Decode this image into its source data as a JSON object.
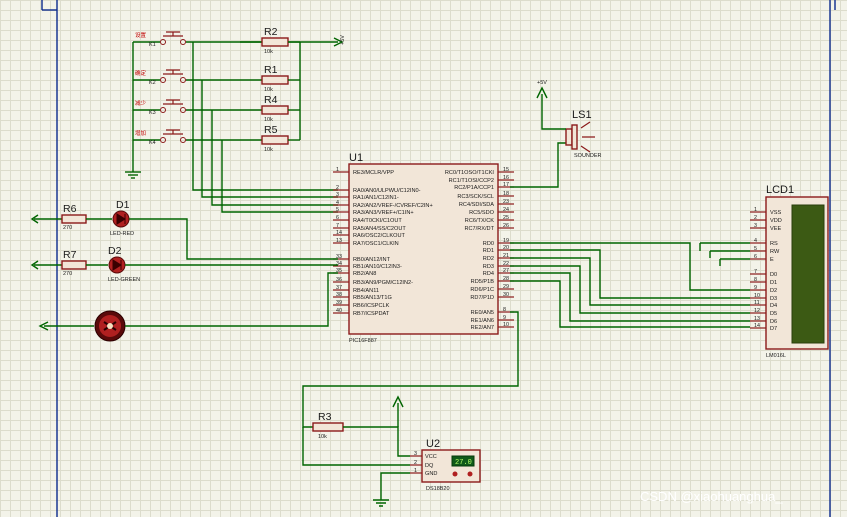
{
  "watermark": "CSDN @xiaohuanghua_",
  "components": {
    "u1": {
      "ref": "U1",
      "part": "PIC16F887"
    },
    "lcd1": {
      "ref": "LCD1",
      "part": "LM016L"
    },
    "ls1": {
      "ref": "LS1",
      "part": "SOUNDER"
    },
    "u2": {
      "ref": "U2",
      "part": "DS18B20",
      "display": "27.0"
    },
    "d1": {
      "ref": "D1",
      "part": "LED-RED"
    },
    "d2": {
      "ref": "D2",
      "part": "LED-GREEN"
    },
    "r1": {
      "ref": "R1",
      "value": "10k"
    },
    "r2": {
      "ref": "R2",
      "value": "10k"
    },
    "r3": {
      "ref": "R3",
      "value": "10k"
    },
    "r4": {
      "ref": "R4",
      "value": "10k"
    },
    "r5": {
      "ref": "R5",
      "value": "10k"
    },
    "r6": {
      "ref": "R6",
      "value": "270"
    },
    "r7": {
      "ref": "R7",
      "value": "270"
    },
    "vcc1": "+5V",
    "vcc2": "+5V"
  },
  "buttons": [
    {
      "ref": "K1",
      "label": "设置"
    },
    {
      "ref": "K2",
      "label": "确定"
    },
    {
      "ref": "K3",
      "label": "减少"
    },
    {
      "ref": "K4",
      "label": "增加"
    }
  ],
  "u1_left_pins": [
    {
      "num": "1",
      "name": "RE3/MCLR/VPP"
    },
    {
      "num": "2",
      "name": "RA0/AN0/ULPWU/C12IN0-"
    },
    {
      "num": "3",
      "name": "RA1/AN1/C12IN1-"
    },
    {
      "num": "4",
      "name": "RA2/AN2/VREF-/CVREF/C2IN+"
    },
    {
      "num": "5",
      "name": "RA3/AN3/VREF+/C1IN+"
    },
    {
      "num": "6",
      "name": "RA4/T0CKI/C1OUT"
    },
    {
      "num": "7",
      "name": "RA5/AN4/SS/C2OUT"
    },
    {
      "num": "14",
      "name": "RA6/OSC2/CLKOUT"
    },
    {
      "num": "13",
      "name": "RA7/OSC1/CLKIN"
    },
    {
      "num": "33",
      "name": "RB0/AN12/INT"
    },
    {
      "num": "34",
      "name": "RB1/AN10/C12IN3-"
    },
    {
      "num": "35",
      "name": "RB2/AN8"
    },
    {
      "num": "36",
      "name": "RB3/AN9/PGM/C12IN2-"
    },
    {
      "num": "37",
      "name": "RB4/AN11"
    },
    {
      "num": "38",
      "name": "RB5/AN13/T1G"
    },
    {
      "num": "39",
      "name": "RB6/ICSPCLK"
    },
    {
      "num": "40",
      "name": "RB7/ICSPDAT"
    }
  ],
  "u1_right_pins": [
    {
      "num": "15",
      "name": "RC0/T1OSO/T1CKI"
    },
    {
      "num": "16",
      "name": "RC1/T1OSI/CCP2"
    },
    {
      "num": "17",
      "name": "RC2/P1A/CCP1"
    },
    {
      "num": "18",
      "name": "RC3/SCK/SCL"
    },
    {
      "num": "23",
      "name": "RC4/SDI/SDA"
    },
    {
      "num": "24",
      "name": "RC5/SDO"
    },
    {
      "num": "25",
      "name": "RC6/TX/CK"
    },
    {
      "num": "26",
      "name": "RC7/RX/DT"
    },
    {
      "num": "19",
      "name": "RD0"
    },
    {
      "num": "20",
      "name": "RD1"
    },
    {
      "num": "21",
      "name": "RD2"
    },
    {
      "num": "22",
      "name": "RD3"
    },
    {
      "num": "27",
      "name": "RD4"
    },
    {
      "num": "28",
      "name": "RD5/P1B"
    },
    {
      "num": "29",
      "name": "RD6/P1C"
    },
    {
      "num": "30",
      "name": "RD7/P1D"
    },
    {
      "num": "8",
      "name": "RE0/AN5"
    },
    {
      "num": "9",
      "name": "RE1/AN6"
    },
    {
      "num": "10",
      "name": "RE2/AN7"
    }
  ],
  "lcd_pins": [
    {
      "num": "1",
      "name": "VSS"
    },
    {
      "num": "2",
      "name": "VDD"
    },
    {
      "num": "3",
      "name": "VEE"
    },
    {
      "num": "4",
      "name": "RS"
    },
    {
      "num": "5",
      "name": "RW"
    },
    {
      "num": "6",
      "name": "E"
    },
    {
      "num": "7",
      "name": "D0"
    },
    {
      "num": "8",
      "name": "D1"
    },
    {
      "num": "9",
      "name": "D2"
    },
    {
      "num": "10",
      "name": "D3"
    },
    {
      "num": "11",
      "name": "D4"
    },
    {
      "num": "12",
      "name": "D5"
    },
    {
      "num": "13",
      "name": "D6"
    },
    {
      "num": "14",
      "name": "D7"
    }
  ],
  "u2_pins": [
    {
      "num": "3",
      "name": "VCC"
    },
    {
      "num": "2",
      "name": "DQ"
    },
    {
      "num": "1",
      "name": "GND"
    }
  ]
}
